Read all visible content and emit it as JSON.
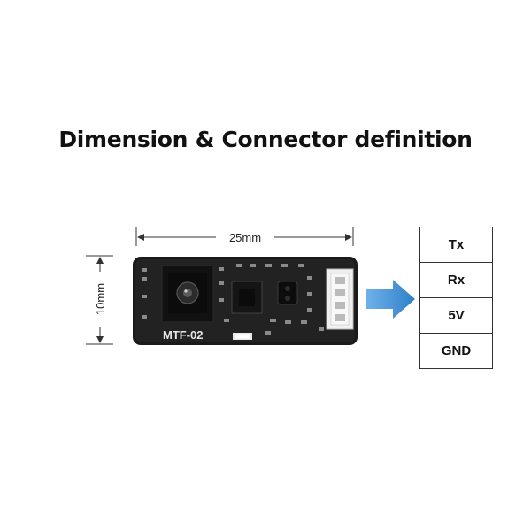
{
  "title": "Dimension & Connector definition",
  "dimensions": {
    "width_label": "25mm",
    "height_label": "10mm"
  },
  "board": {
    "silkscreen_label": "MTF-02"
  },
  "connector_pins": [
    "Tx",
    "Rx",
    "5V",
    "GND"
  ],
  "colors": {
    "arrow": "#3e8fd6",
    "board": "#1a1a1a",
    "dimension_lines": "#333333"
  },
  "icons": [
    "right-arrow-icon"
  ]
}
